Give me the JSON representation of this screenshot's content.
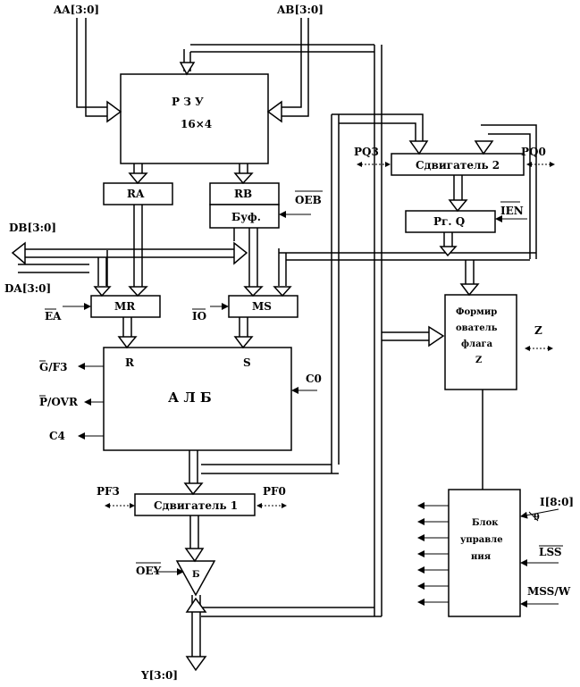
{
  "signals": {
    "aa": "AA[3:0]",
    "ab": "AB[3:0]",
    "db": "DB[3:0]",
    "da": "DA[3:0]",
    "ea": "EA",
    "io": "IO",
    "oeb": "OEB",
    "ien": "IEN",
    "pq3": "PQ3",
    "pq0": "PQ0",
    "g_f3": "G/F3",
    "p_ovr": "P/OVR",
    "c4": "C4",
    "c0": "C0",
    "pf3": "PF3",
    "pf0": "PF0",
    "oey": "OEY",
    "y": "Y[3:0]",
    "z": "Z",
    "i": "I[8:0]",
    "bus9": "9",
    "lss": "LSS",
    "mss_w": "MSS/W"
  },
  "blocks": {
    "rzu_title": "Р З У",
    "rzu_size": "16×4",
    "ra": "RA",
    "rb": "RB",
    "buf": "Буф.",
    "mr": "MR",
    "ms": "MS",
    "alu_title": "А Л Б",
    "alu_r": "R",
    "alu_s": "S",
    "shifter1": "Сдвигатель 1",
    "shifter2": "Сдвигатель 2",
    "rg_q": "Рг. Q",
    "flag_l1": "Формир",
    "flag_l2": "ователь",
    "flag_l3": "флага",
    "flag_l4": "Z",
    "ctrl_l1": "Блок",
    "ctrl_l2": "управле",
    "ctrl_l3": "ния",
    "buffer_b": "Б"
  }
}
